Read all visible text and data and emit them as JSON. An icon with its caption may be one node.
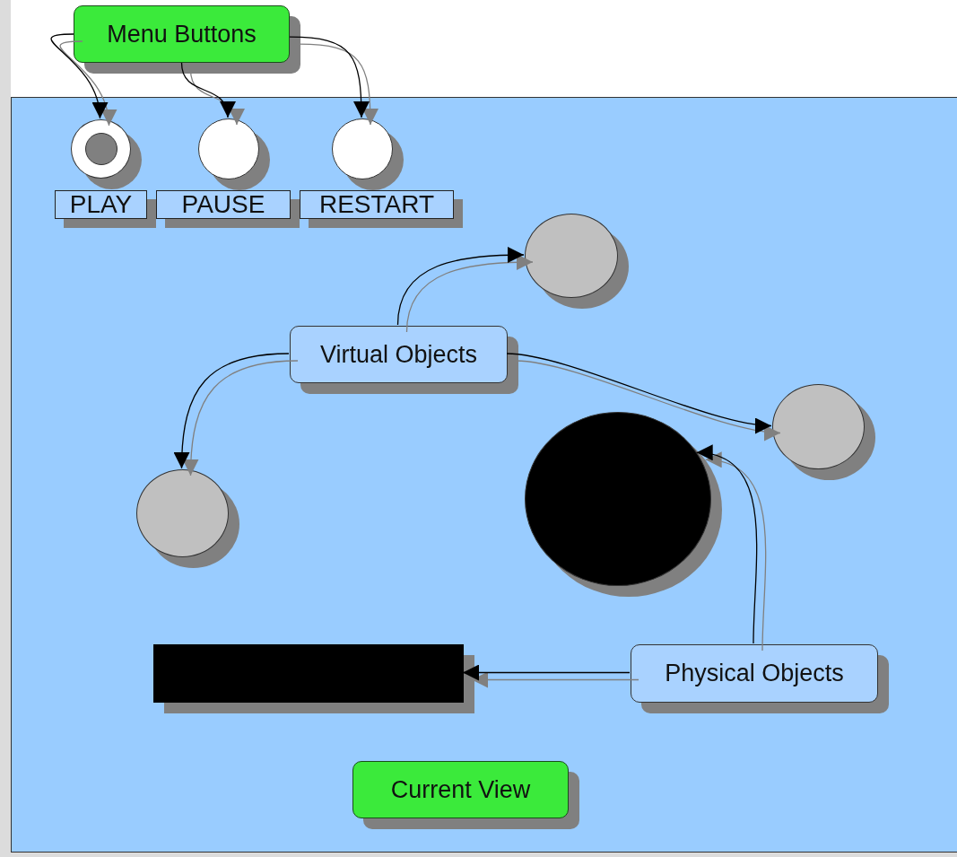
{
  "diagram": {
    "nodes": [
      {
        "text": [
          "Menu Buttons"
        ]
      },
      {
        "text": [],
        "shape": "box"
      },
      {
        "text": [],
        "shape": "circle",
        "in": 1
      },
      {
        "text": [],
        "shape": "circle",
        "in": 1
      },
      {
        "text": [],
        "shape": "circle",
        "in": 1
      },
      {
        "text": [
          "PLAY"
        ],
        "in": 1
      },
      {
        "text": [
          "PAUSE"
        ],
        "in": 1
      },
      {
        "text": [
          "RESTART"
        ],
        "in": 1
      },
      {
        "text": [],
        "shape": "circle",
        "in": 1
      },
      {
        "text": [
          "Virtual Objects"
        ],
        "in": 1
      },
      {
        "text": [],
        "shape": "circle",
        "in": 1
      },
      {
        "text": [],
        "shape": "circle",
        "in": 1
      },
      {
        "text": [],
        "shape": "circle",
        "in": 1
      },
      {
        "text": [],
        "shape": "bar",
        "in": 1
      },
      {
        "text": [
          "Physical Objects"
        ],
        "in": 1
      },
      {
        "text": [
          "Current View"
        ],
        "in": 1
      }
    ],
    "edges": [
      {
        "from": 0,
        "to": 2,
        "arrow": "to"
      },
      {
        "from": 0,
        "to": 3,
        "arrow": "to"
      },
      {
        "from": 0,
        "to": 4,
        "arrow": "to"
      },
      {
        "from": 9,
        "to": 8,
        "arrow": "to"
      },
      {
        "from": 9,
        "to": 10,
        "arrow": "to"
      },
      {
        "from": 9,
        "to": 11,
        "arrow": "to"
      },
      {
        "from": 14,
        "to": 12,
        "arrow": "to"
      },
      {
        "from": 14,
        "to": 13,
        "arrow": "to"
      }
    ]
  }
}
